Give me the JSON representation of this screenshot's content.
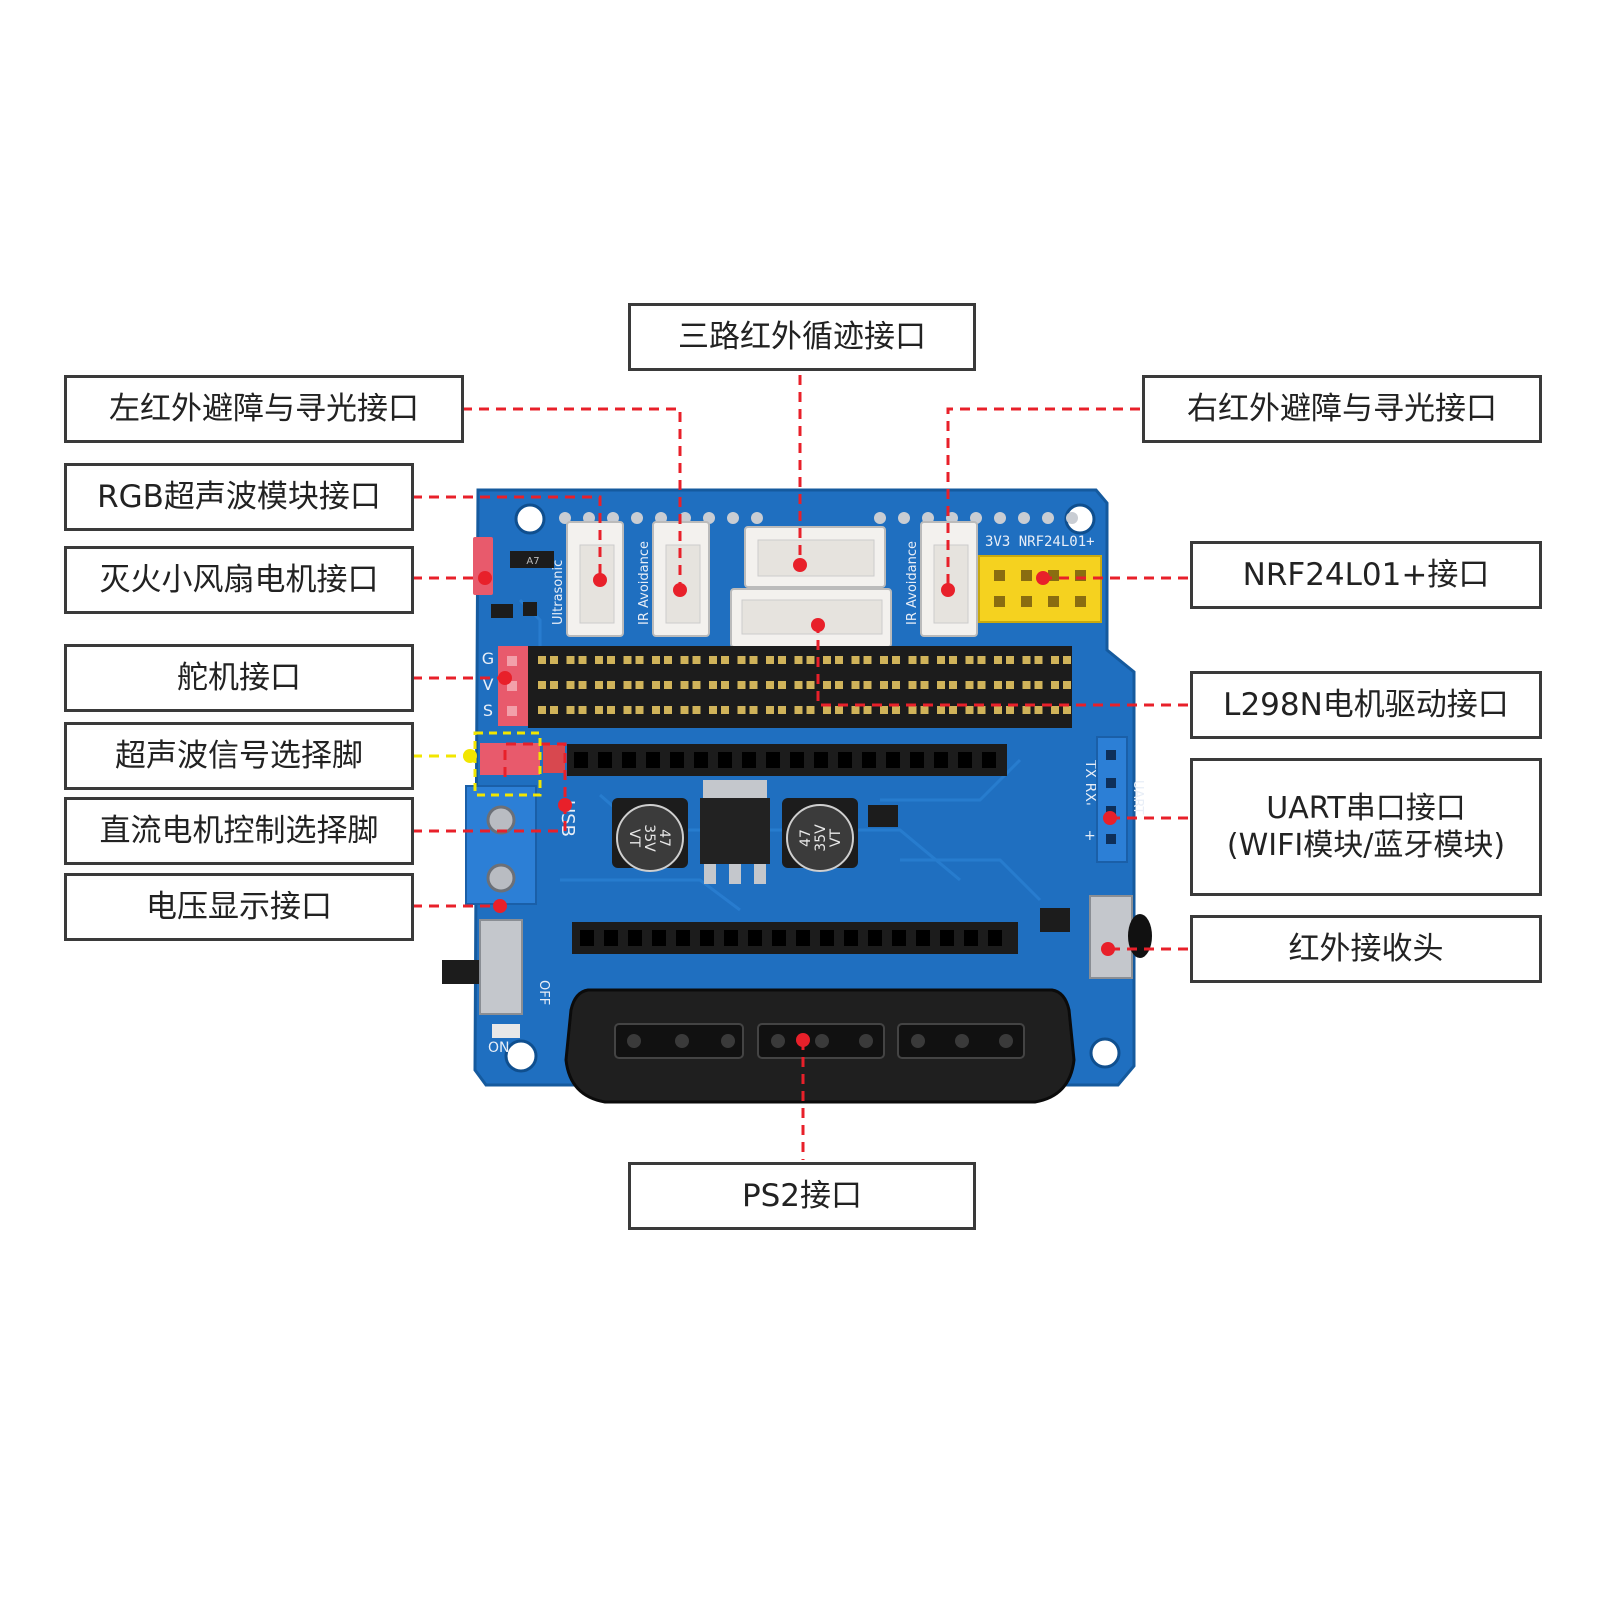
{
  "labels": {
    "top_center": "三路红外循迹接口",
    "left_ir": "左红外避障与寻光接口",
    "right_ir": "右红外避障与寻光接口",
    "rgb_ultrasonic": "RGB超声波模块接口",
    "fan_motor": "灭火小风扇电机接口",
    "nrf": "NRF24L01+接口",
    "servo": "舵机接口",
    "l298n": "L298N电机驱动接口",
    "ultrasonic_select": "超声波信号选择脚",
    "uart_line1": "UART串口接口",
    "uart_line2": "(WIFI模块/蓝牙模块)",
    "dc_motor_select": "直流电机控制选择脚",
    "voltage": "电压显示接口",
    "ir_receiver": "红外接收头",
    "ps2": "PS2接口"
  },
  "silkscreen": {
    "ultrasonic": "Ultrasonic",
    "ir_avoid_left": "IR Avoidance",
    "ir_avoid_right": "IR Avoidance",
    "nrf_header": "3V3 NRF24L01+",
    "servo_gvs": [
      "G",
      "V",
      "S"
    ],
    "txrx": "TX RX",
    "uart": "UART",
    "usb": "USB",
    "on": "ON",
    "off": "OFF",
    "cap": [
      "47",
      "35V",
      "VT"
    ],
    "minus": "-",
    "plus": "+",
    "ic": "A7"
  },
  "colors": {
    "pcb": "#1f6fc0",
    "pcb_dark": "#155a9e",
    "leader_red": "#e8202a",
    "leader_yellow": "#f2e600",
    "header_black": "#1c1c1c",
    "connector_white": "#f3f1ee",
    "nrf_yellow": "#f5d21f",
    "jumper_pink": "#e85a6c",
    "terminal_blue": "#2c7fd6"
  }
}
